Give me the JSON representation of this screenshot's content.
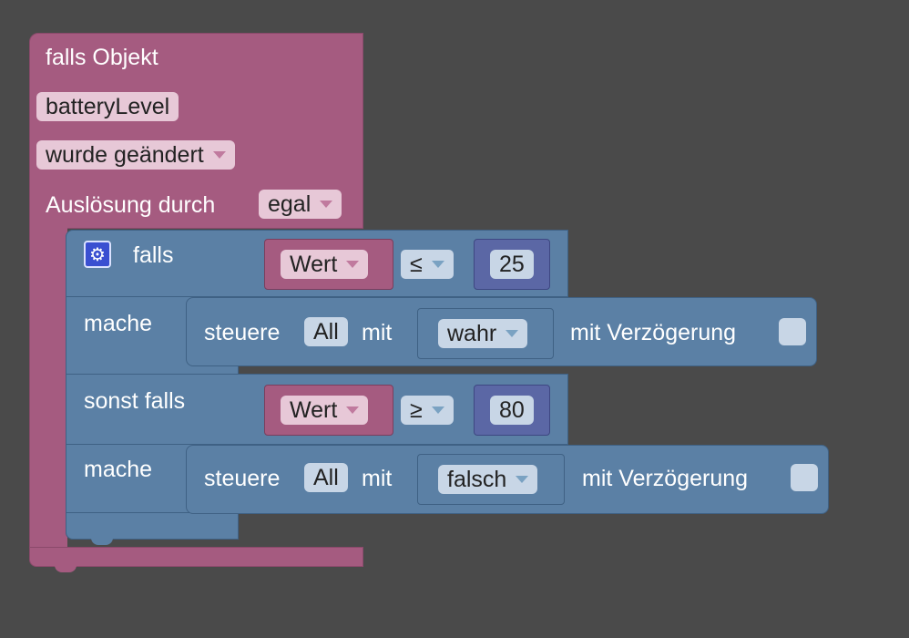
{
  "event_block": {
    "title": "falls Objekt",
    "object_id": "batteryLevel",
    "condition": "wurde geändert",
    "trigger_label": "Auslösung durch",
    "trigger_value": "egal"
  },
  "if_block": {
    "if_label": "falls",
    "do_label": "mache",
    "elseif_label": "sonst falls",
    "do2_label": "mache",
    "condition1": {
      "left": "Wert",
      "operator": "≤",
      "right": "25"
    },
    "condition2": {
      "left": "Wert",
      "operator": "≥",
      "right": "80"
    },
    "action1": {
      "verb": "steuere",
      "target": "All",
      "with": "mit",
      "value": "wahr",
      "delay_label": "mit Verzögerung"
    },
    "action2": {
      "verb": "steuere",
      "target": "All",
      "with": "mit",
      "value": "falsch",
      "delay_label": "mit Verzögerung"
    }
  },
  "icons": {
    "gear": "⚙"
  },
  "colors": {
    "event_block": "#a55b80",
    "logic_block": "#5b80a5",
    "number_block": "#5b67a5",
    "background": "#4a4a4a"
  }
}
